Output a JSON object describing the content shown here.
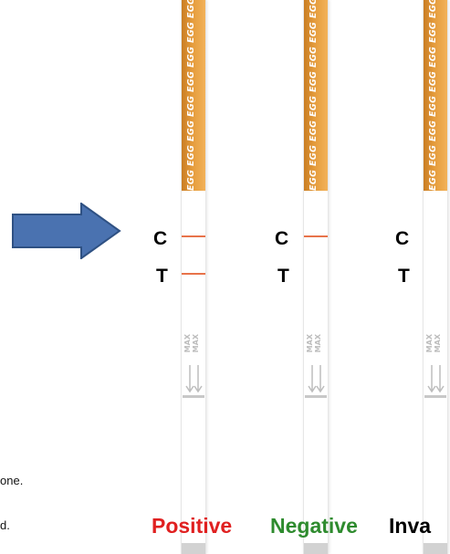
{
  "pad_text": "EGG EGG EGG EGG EGG EGG EGG EGG EGG",
  "max_label": "MAX",
  "zone_labels": {
    "control": "C",
    "test": "T"
  },
  "results": [
    {
      "caption": "Positive",
      "color": "#e02020",
      "control_line": true,
      "test_line": true
    },
    {
      "caption": "Negative",
      "color": "#2e8b2e",
      "control_line": true,
      "test_line": false
    },
    {
      "caption": "Inva",
      "color": "#000000",
      "control_line": false,
      "test_line": false
    }
  ],
  "notes": [
    "one.",
    "d."
  ],
  "colors": {
    "pad": "#e59c3c",
    "line": "#e8734a",
    "arrow": "#4a72b0"
  }
}
